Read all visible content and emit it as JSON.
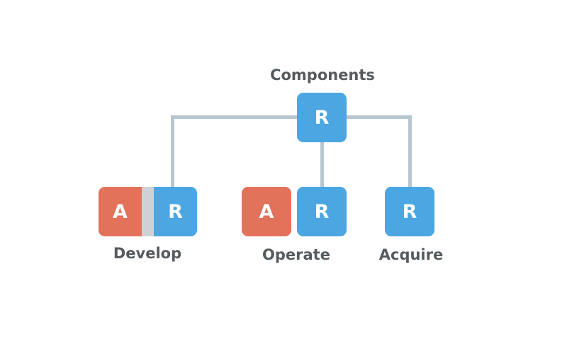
{
  "diagram": {
    "root": {
      "title": "Components",
      "tile_letter": "R"
    },
    "children": [
      {
        "label": "Develop",
        "tiles": [
          {
            "letter": "A",
            "color": "#e2725a"
          },
          {
            "letter": "R",
            "color": "#4ba6e1"
          }
        ]
      },
      {
        "label": "Operate",
        "tiles": [
          {
            "letter": "A",
            "color": "#e2725a"
          },
          {
            "letter": "R",
            "color": "#4ba6e1"
          }
        ]
      },
      {
        "label": "Acquire",
        "tiles": [
          {
            "letter": "R",
            "color": "#4ba6e1"
          }
        ]
      }
    ],
    "colors": {
      "accent_blue": "#4ba6e1",
      "accent_red": "#e2725a",
      "connector": "#b8c6cf",
      "separator": "#cfd2d4",
      "label_text": "#555a5e"
    }
  }
}
